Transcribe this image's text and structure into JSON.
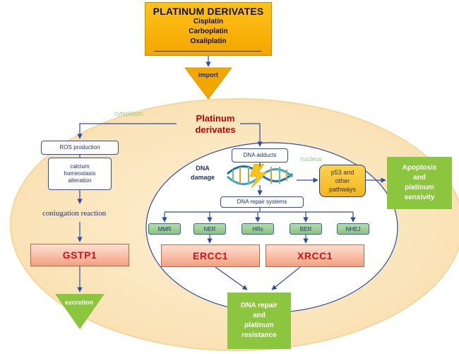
{
  "platinum_box": {
    "title": "PLATINUM DERIVATES",
    "items": [
      "Cisplatin",
      "Carboplatin",
      "Oxaliplatin"
    ]
  },
  "import_label": "import",
  "platinum_label": [
    "Platinum",
    "derivates"
  ],
  "cytoplasm_label": "cytoplasm",
  "nucleus_label": "nucleus",
  "cytoplasm_path": {
    "ros": "ROS production",
    "calcium": [
      "calcium",
      "homeostasis",
      "alteration"
    ],
    "conjugation": "coniugation  reaction",
    "gstp1": "GSTP1",
    "excretion": "excretion"
  },
  "nucleus_path": {
    "dna_adducts": "DNA adducts",
    "dna_damage": [
      "DNA",
      "damage"
    ],
    "repair_systems": "DNA repair systems",
    "repair_pathways": [
      "MMR",
      "NER",
      "HRs",
      "BER",
      "NHEJ"
    ],
    "ercc1": "ERCC1",
    "xrcc1": "XRCC1",
    "p53": [
      "p53 and",
      "other",
      "pathways"
    ]
  },
  "apoptosis_box": [
    "Apoptosis",
    "and",
    "platinum",
    "sensivity"
  ],
  "resistance_box": [
    "DNA repair",
    "and",
    "platinum",
    "resistance"
  ],
  "colors": {
    "cell_fill": "#fbe6b8",
    "cell_border": "#f2d79e",
    "arrow": "#2e4ca3",
    "gold_box": "#f2a700",
    "green_box": "#8cc63f",
    "red_text": "#d0141a"
  }
}
